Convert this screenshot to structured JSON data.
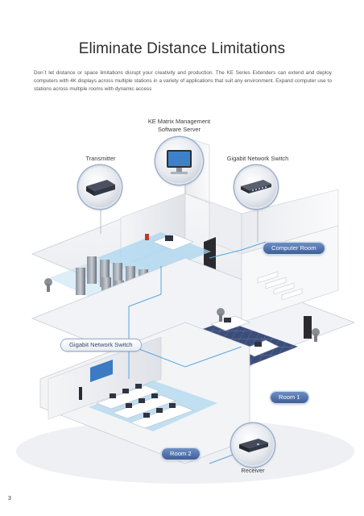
{
  "page": {
    "title": "Eliminate Distance Limitations",
    "intro": "Don`t let distance or space limitations disrupt your creativity and production. The KE Series Extenders can extend and deploy computers with 4K displays across multiple stations in a variety of applications that suit any environment. Expand computer use to stations across multiple rooms with dynamic access",
    "page_number": "3"
  },
  "diagram": {
    "server_label_line1": "KE Matrix Management",
    "server_label_line2": "Software Server",
    "transmitter_label": "Transmitter",
    "switch_top_label": "Gigabit Network Switch",
    "computer_room_label": "Computer Room",
    "switch_mid_label": "Gigabit Network Switch",
    "room1_label": "Room 1",
    "room2_label": "Room 2",
    "receiver_label": "Receiver"
  },
  "colors": {
    "accent_blue": "#4a6aa3",
    "floor_highlight": "#a9d6ef",
    "cable_blue": "#5aa6dc"
  }
}
